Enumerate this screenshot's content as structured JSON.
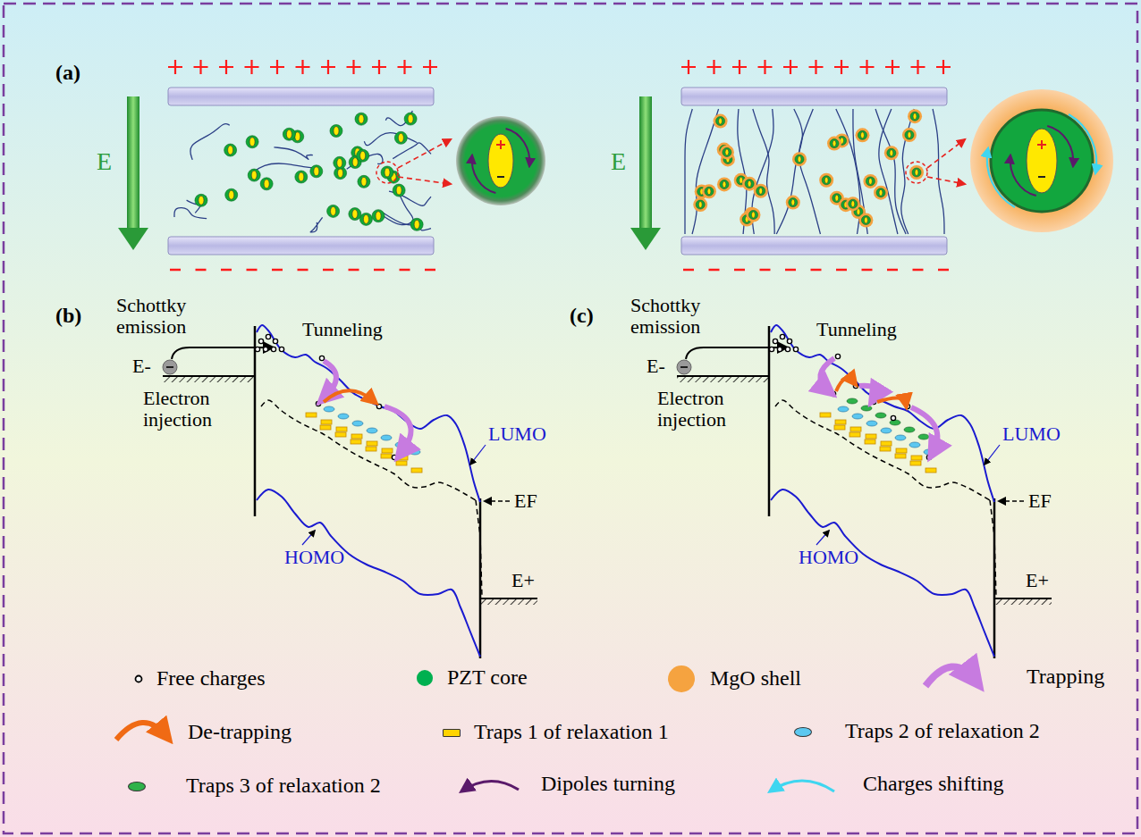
{
  "diagram": {
    "labels": [
      "(a)",
      "E",
      "E",
      "(b)",
      "Schottky emission",
      "Tunneling",
      "E-",
      "Electron injection",
      "LUMO",
      "EF",
      "HOMO",
      "E+",
      "(c)",
      "Schottky emission",
      "Tunneling",
      "E-",
      "Electron injection",
      "LUMO",
      "EF",
      "HOMO",
      "E+"
    ],
    "legend": [
      {
        "text": "Free charges"
      },
      {
        "text": "PZT core",
        "color": "#00b050"
      },
      {
        "text": "MgO shell",
        "color": "#f5a340"
      },
      {
        "text": "Trapping"
      },
      {
        "text": "De-trapping"
      },
      {
        "text": "Traps 1 of relaxation 1",
        "color": "#ffd400"
      },
      {
        "text": "Traps 2 of relaxation 2",
        "color": "#5cc8f0"
      },
      {
        "text": "Traps 3 of relaxation 2",
        "color": "#2fb24a"
      },
      {
        "text": "Dipoles turning"
      },
      {
        "text": "Charges shifting"
      }
    ]
  }
}
